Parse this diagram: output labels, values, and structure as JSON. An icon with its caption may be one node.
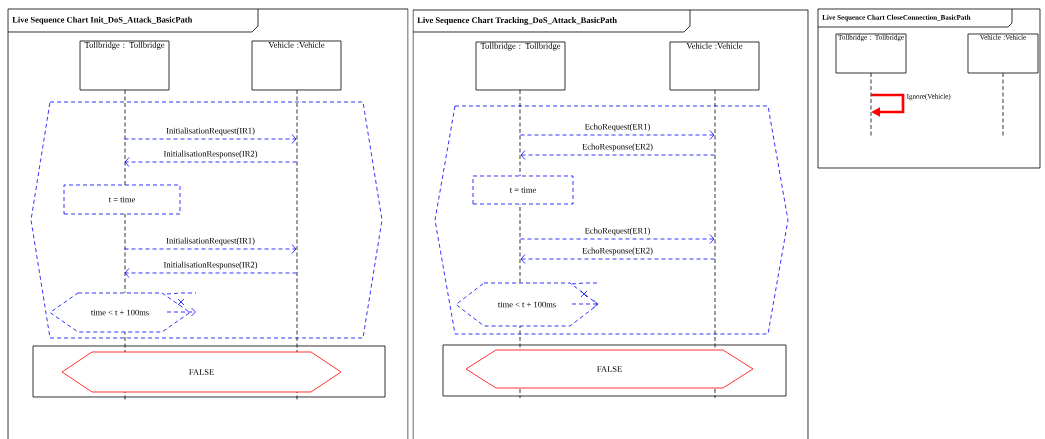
{
  "diagram": {
    "nodes": [
      {
        "text": [
          "Live Sequence Chart Init_DoS_Attack_BasicPath"
        ]
      },
      {
        "text": [
          "Tollbridge : Tollbridge"
        ],
        "in": 0
      },
      {
        "text": [
          "Vehicle :Vehicle"
        ],
        "in": 0
      },
      {
        "text": [],
        "shape": "hexagon",
        "in": 0
      },
      {
        "text": [
          "t = time"
        ],
        "in": 3
      },
      {
        "text": [
          "time < t + 100ms"
        ],
        "in": 3
      },
      {
        "text": [],
        "shape": "box",
        "in": 0
      },
      {
        "text": [
          "FALSE"
        ],
        "in": 6
      },
      {
        "text": [
          "Live Sequence Chart Tracking_DoS_Attack_BasicPath"
        ]
      },
      {
        "text": [
          "Tollbridge : Tollbridge"
        ],
        "in": 8
      },
      {
        "text": [
          "Vehicle :Vehicle"
        ],
        "in": 8
      },
      {
        "text": [],
        "shape": "hexagon",
        "in": 8
      },
      {
        "text": [
          "t = time"
        ],
        "in": 11
      },
      {
        "text": [
          "time < t + 100ms"
        ],
        "in": 11
      },
      {
        "text": [],
        "shape": "box",
        "in": 8
      },
      {
        "text": [
          "FALSE"
        ],
        "in": 14
      },
      {
        "text": [
          "Live Sequence Chart CloseConnection_BasicPath"
        ]
      },
      {
        "text": [
          "Tollbridge : Tollbridge"
        ],
        "in": 16
      },
      {
        "text": [
          "Vehicle :Vehicle"
        ],
        "in": 16
      }
    ],
    "edges": [
      {
        "from": 1,
        "to": 2,
        "arrow": "to",
        "label": "InitialisationRequest(IR1)",
        "style": "dashed",
        "color": "#0000ff"
      },
      {
        "from": 2,
        "to": 1,
        "arrow": "to",
        "label": "InitialisationResponse(IR2)",
        "style": "dashed",
        "color": "#0000ff"
      },
      {
        "from": 1,
        "to": 2,
        "arrow": "to",
        "label": "InitialisationRequest(IR1)",
        "style": "dashed",
        "color": "#0000ff"
      },
      {
        "from": 2,
        "to": 1,
        "arrow": "to",
        "label": "InitialisationResponse(IR2)",
        "style": "dashed",
        "color": "#0000ff"
      },
      {
        "from": 9,
        "to": 10,
        "arrow": "to",
        "label": "EchoRequest(ER1)",
        "style": "dashed",
        "color": "#0000ff"
      },
      {
        "from": 10,
        "to": 9,
        "arrow": "to",
        "label": "EchoResponse(ER2)",
        "style": "dashed",
        "color": "#0000ff"
      },
      {
        "from": 9,
        "to": 10,
        "arrow": "to",
        "label": "EchoRequest(ER1)",
        "style": "dashed",
        "color": "#0000ff"
      },
      {
        "from": 10,
        "to": 9,
        "arrow": "to",
        "label": "EchoResponse(ER2)",
        "style": "dashed",
        "color": "#0000ff"
      },
      {
        "from": 17,
        "to": 17,
        "arrow": "to",
        "label": "Ignore(Vehicle)",
        "style": "thick",
        "color": "#ff0000"
      }
    ]
  }
}
